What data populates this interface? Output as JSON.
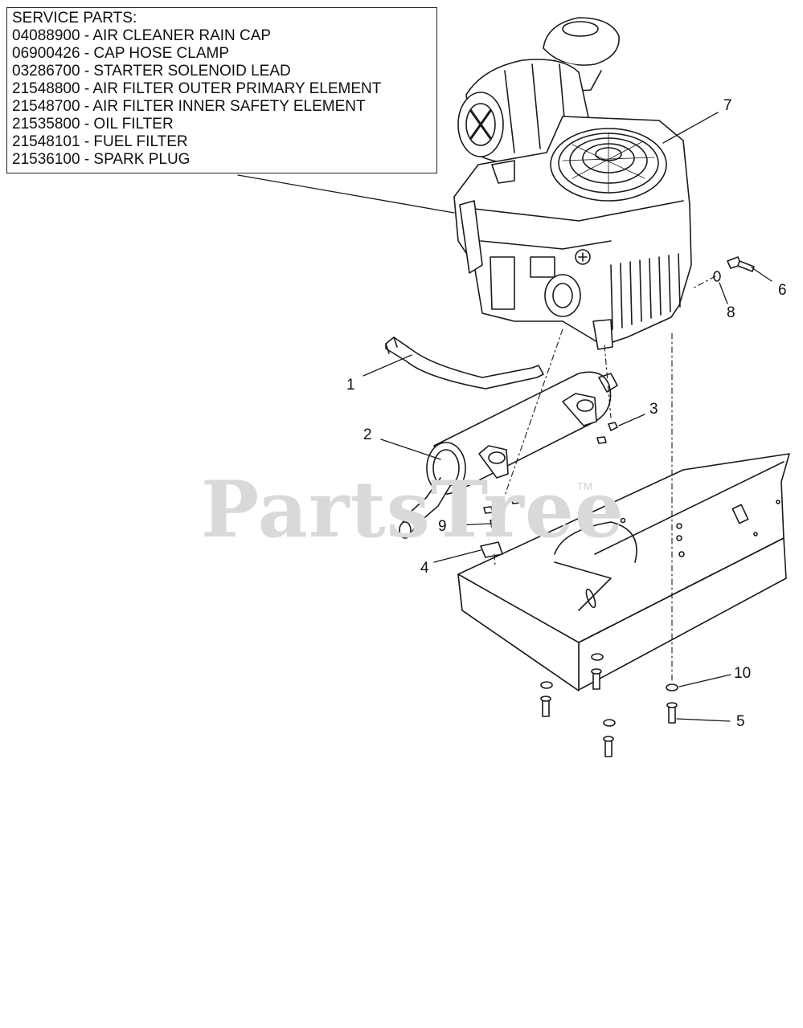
{
  "service_parts": {
    "heading": "SERVICE PARTS:",
    "items": [
      "04088900 - AIR CLEANER RAIN CAP",
      "06900426 - CAP HOSE CLAMP",
      "03286700 - STARTER SOLENOID LEAD",
      "21548800 - AIR FILTER OUTER PRIMARY ELEMENT",
      "21548700 - AIR FILTER INNER SAFETY ELEMENT",
      "21535800 - OIL FILTER",
      "21548101 - FUEL FILTER",
      "21536100 - SPARK PLUG"
    ]
  },
  "callouts": {
    "c1": "1",
    "c2": "2",
    "c3": "3",
    "c4": "4",
    "c5": "5",
    "c6": "6",
    "c7": "7",
    "c8": "8",
    "c9": "9",
    "c10": "10"
  },
  "watermark": {
    "text": "PartsTree",
    "tm": "TM"
  }
}
